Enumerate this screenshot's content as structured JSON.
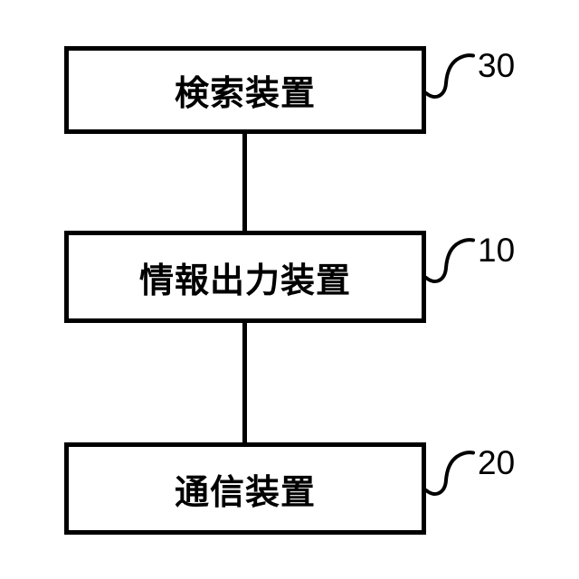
{
  "figure": {
    "background_color": "#ffffff",
    "line_color": "#000000",
    "boxes": [
      {
        "name": "search-device",
        "label": "検索装置",
        "ref_number": "30"
      },
      {
        "name": "information-output-device",
        "label": "情報出力装置",
        "ref_number": "10"
      },
      {
        "name": "communication-device",
        "label": "通信装置",
        "ref_number": "20"
      }
    ],
    "connections": [
      {
        "from": "search-device",
        "to": "information-output-device"
      },
      {
        "from": "information-output-device",
        "to": "communication-device"
      }
    ]
  }
}
